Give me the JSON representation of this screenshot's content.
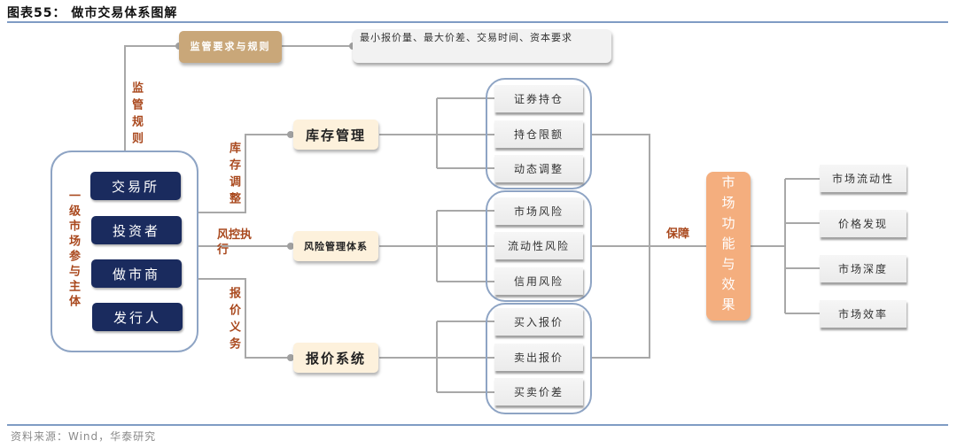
{
  "figure": {
    "title": "图表55：  做市交易体系图解",
    "source": "资料来源：Wind，华泰研究"
  },
  "regulation": {
    "node": "监管要求与规则",
    "detail": "最小报价量、最大价差、交易时间、资本要求",
    "edge_label": "监管规则"
  },
  "participants": {
    "group_label": "一级市场参与主体",
    "items": [
      "交易所",
      "投资者",
      "做市商",
      "发行人"
    ]
  },
  "edges": {
    "inventory": "库存调整",
    "risk": "风控执行",
    "quote": "报价义务",
    "guarantee": "保障"
  },
  "systems": [
    {
      "label": "库存管理",
      "children": [
        "证券持仓",
        "持仓限额",
        "动态调整"
      ]
    },
    {
      "label": "风险管理体系",
      "children": [
        "市场风险",
        "流动性风险",
        "信用风险"
      ]
    },
    {
      "label": "报价系统",
      "children": [
        "买入报价",
        "卖出报价",
        "买卖价差"
      ]
    }
  ],
  "outcome": {
    "label": "市场功能与效果",
    "items": [
      "市场流动性",
      "价格发现",
      "市场深度",
      "市场效率"
    ]
  }
}
